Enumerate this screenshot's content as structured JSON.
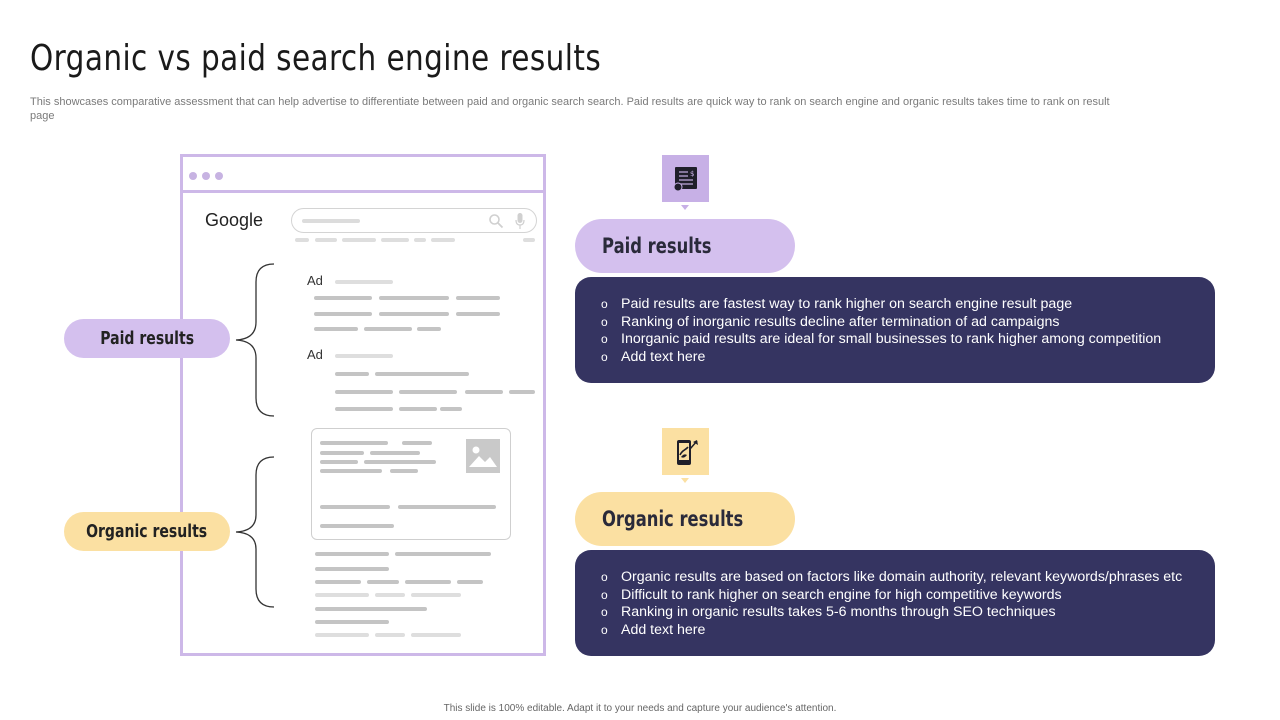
{
  "title": "Organic vs paid search engine results",
  "subtitle": "This showcases comparative assessment that can help advertise to differentiate between paid and organic search search. Paid results are quick way to rank on search engine and organic results takes time to rank on result page",
  "mockup": {
    "logo_text": "Google",
    "ad_label_1": "Ad",
    "ad_label_2": "Ad"
  },
  "left_labels": {
    "paid": "Paid results",
    "organic": "Organic results"
  },
  "paid_section": {
    "heading": "Paid results",
    "icon": "ad-document-icon",
    "bullets": [
      "Paid results are fastest way to rank higher on search engine result page",
      "Ranking of inorganic results decline after termination of ad campaigns",
      "Inorganic paid results are ideal for small businesses to rank higher among competition",
      "Add text here"
    ]
  },
  "organic_section": {
    "heading": "Organic results",
    "icon": "mobile-growth-icon",
    "bullets": [
      "Organic results are based on factors like domain authority, relevant keywords/phrases etc",
      "Difficult to rank higher on search engine for high competitive keywords",
      "Ranking in organic results takes 5-6 months through SEO techniques",
      "Add text here"
    ]
  },
  "footer": "This slide is 100% editable. Adapt it to your needs and capture your audience's attention.",
  "colors": {
    "purple": "#d4c0ee",
    "yellow": "#fbe0a2",
    "navy": "#353461",
    "frame": "#cdb8e8"
  }
}
